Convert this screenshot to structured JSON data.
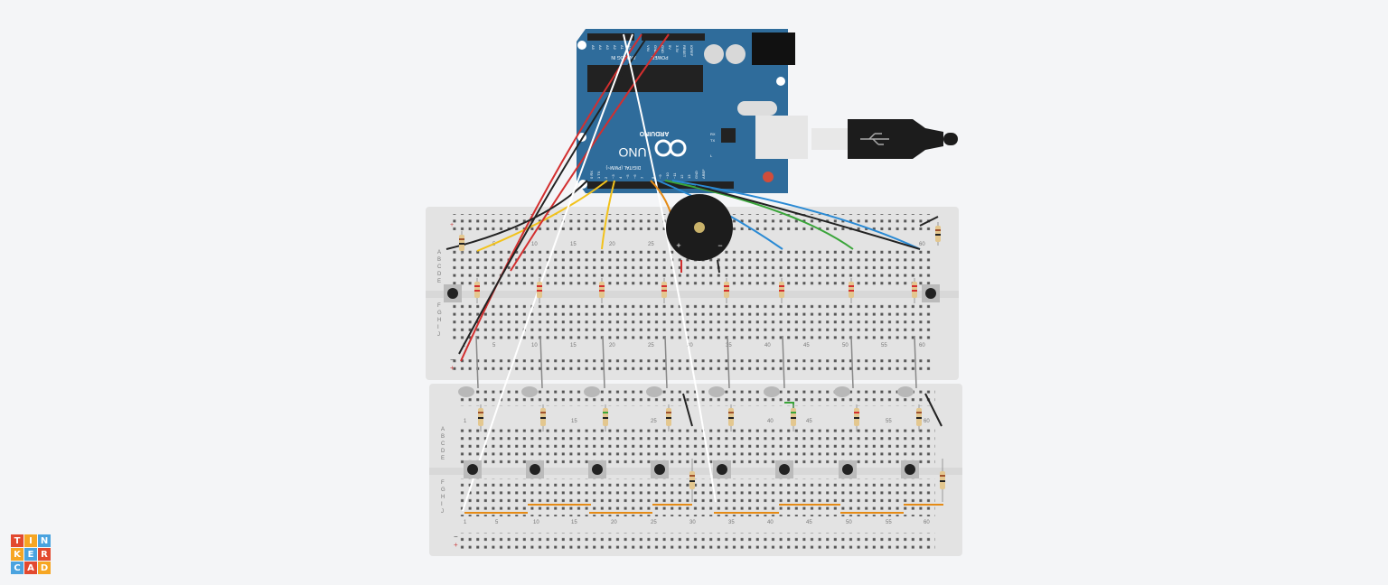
{
  "arduino": {
    "brand": "ARDUINO",
    "model": "UNO",
    "header_analog": "ANALOG IN",
    "header_power": "POWER",
    "header_digital": "DIGITAL (PWM~)",
    "analog_pins": [
      "A5",
      "A4",
      "A3",
      "A2",
      "A1",
      "A0"
    ],
    "power_pins": [
      "VIN",
      "GND",
      "GND",
      "5V",
      "3.3V",
      "RESET",
      "IOREF"
    ],
    "digital_pins": [
      "0 RX",
      "1 TX",
      "2",
      "~3",
      "4",
      "~5",
      "~6",
      "7",
      "8",
      "~9",
      "~10",
      "~11",
      "12",
      "13",
      "GND",
      "AREF"
    ],
    "led_labels": [
      "RX",
      "TX",
      "L"
    ]
  },
  "breadboard_top": {
    "row_letters_top": [
      "A",
      "B",
      "C",
      "D",
      "E"
    ],
    "row_letters_bottom": [
      "F",
      "G",
      "H",
      "I",
      "J"
    ],
    "column_numbers": [
      "1",
      "5",
      "10",
      "15",
      "20",
      "25",
      "30",
      "35",
      "40",
      "45",
      "50",
      "55",
      "60"
    ],
    "rail_symbols": [
      "−",
      "+"
    ]
  },
  "breadboard_bottom": {
    "row_letters_top": [
      "A",
      "B",
      "C",
      "D",
      "E"
    ],
    "row_letters_bottom": [
      "F",
      "G",
      "H",
      "I",
      "J"
    ],
    "column_numbers": [
      "1",
      "5",
      "10",
      "15",
      "20",
      "25",
      "30",
      "35",
      "40",
      "45",
      "50",
      "55",
      "60"
    ],
    "rail_symbols": [
      "−",
      "+"
    ]
  },
  "buzzer": {
    "plus": "+",
    "minus": "−"
  },
  "logo": {
    "letters": [
      "T",
      "I",
      "N",
      "K",
      "E",
      "R",
      "C",
      "A",
      "D"
    ],
    "colors": [
      "#e2492f",
      "#f6a623",
      "#4aa3df",
      "#f6a623",
      "#4aa3df",
      "#e2492f",
      "#4aa3df",
      "#e2492f",
      "#f6a623"
    ]
  },
  "colors": {
    "board": "#2f6c9b",
    "breadboard": "#e3e3e3",
    "wire_black": "#222222",
    "wire_red": "#d32f2f",
    "wire_yellow": "#f2c21b",
    "wire_white": "#ffffff",
    "wire_green": "#3aa53a",
    "wire_blue": "#2a8ad4",
    "wire_orange": "#e58b16"
  }
}
